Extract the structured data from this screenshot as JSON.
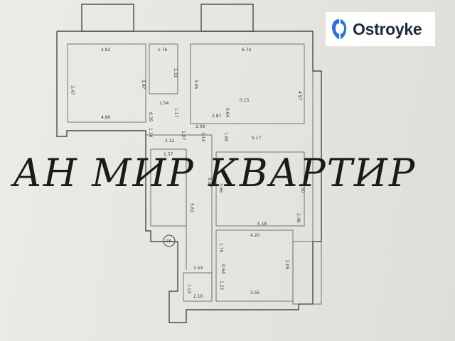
{
  "logo": {
    "text": "Ostroyke",
    "accent": "#2b6fe0"
  },
  "watermark": {
    "text": "АН МИР КВАРТИР"
  },
  "plan": {
    "apartment_number": "18",
    "dimensions": {
      "d1": "4.82",
      "d2": "3.47",
      "d3": "4.80",
      "d4": "3.47",
      "d5": "1.76",
      "d6": "2.19",
      "d7": "1.54",
      "d8": "1.17",
      "d9": "6.74",
      "d10": "3.06",
      "d11": "4.97",
      "d12": "2.87",
      "d13": "0.15",
      "d14": "0.64",
      "d15": "2.09",
      "d16": "1.07",
      "d17": "1.14",
      "d18": "1.85",
      "d19": "5.17",
      "d20": "2.12",
      "d21": "1.57",
      "d22": "5.61",
      "d23": "6.67",
      "d24": "3.66",
      "d25": "3.50",
      "d26": "5.18",
      "d27": "2.48",
      "d28": "4.20",
      "d29": "1.75",
      "d30": "2.05",
      "d31": "1.54",
      "d32": "0.64",
      "d33": "1.03",
      "d34": "2.16",
      "d35": "3.55",
      "d36": "1.22",
      "d37": "0.35",
      "d38": "1.14"
    }
  }
}
